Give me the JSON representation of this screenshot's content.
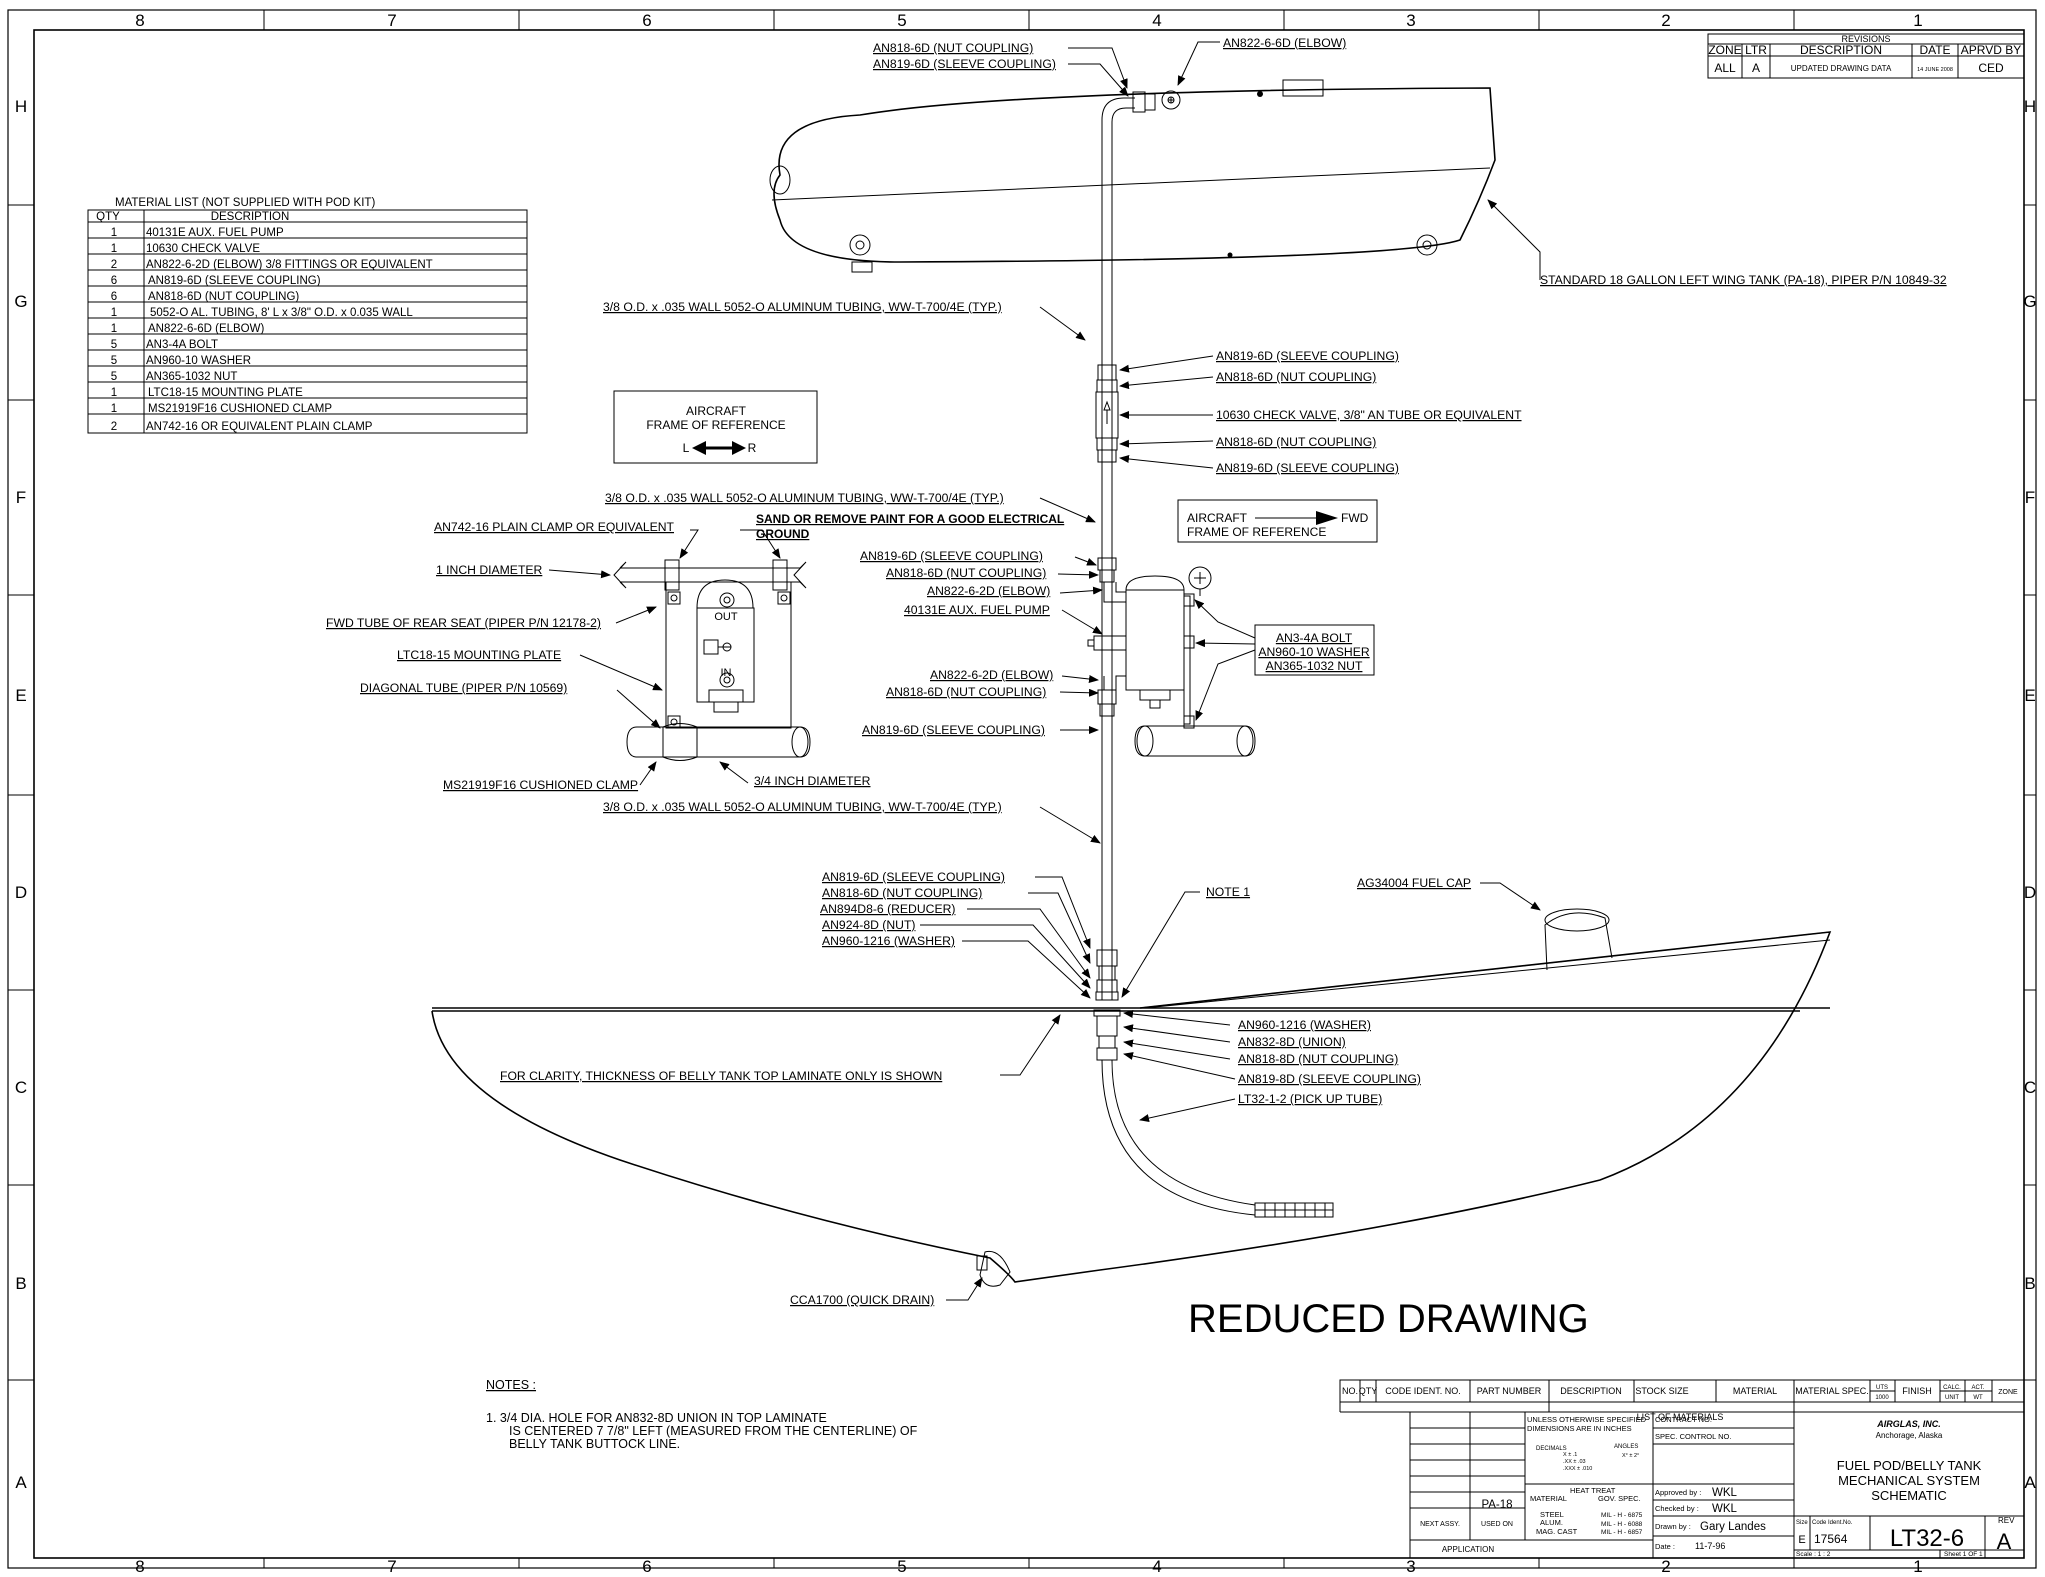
{
  "border": {
    "columns": [
      "8",
      "7",
      "6",
      "5",
      "4",
      "3",
      "2",
      "1"
    ],
    "rows": [
      "H",
      "G",
      "F",
      "E",
      "D",
      "C",
      "B",
      "A"
    ]
  },
  "revisions": {
    "title": "REVISIONS",
    "headers": [
      "ZONE",
      "LTR",
      "DESCRIPTION",
      "DATE",
      "APRVD BY"
    ],
    "row": [
      "ALL",
      "A",
      "UPDATED DRAWING DATA",
      "14 JUNE 2008",
      "CED"
    ]
  },
  "material_list": {
    "title": "MATERIAL LIST (NOT SUPPLIED WITH POD KIT)",
    "headers": [
      "QTY",
      "DESCRIPTION"
    ],
    "rows": [
      [
        "1",
        "40131E  AUX. FUEL PUMP"
      ],
      [
        "1",
        "10630 CHECK VALVE"
      ],
      [
        "2",
        "AN822-6-2D (ELBOW) 3/8 FITTINGS OR EQUIVALENT"
      ],
      [
        "6",
        "AN819-6D (SLEEVE COUPLING)"
      ],
      [
        "6",
        "AN818-6D (NUT COUPLING)"
      ],
      [
        "1",
        "5052-O AL. TUBING, 8' L x 3/8\" O.D. x 0.035 WALL"
      ],
      [
        "1",
        "AN822-6-6D (ELBOW)"
      ],
      [
        "5",
        "AN3-4A BOLT"
      ],
      [
        "5",
        "AN960-10 WASHER"
      ],
      [
        "5",
        "AN365-1032 NUT"
      ],
      [
        "1",
        "LTC18-15 MOUNTING PLATE"
      ],
      [
        "1",
        "MS21919F16 CUSHIONED CLAMP"
      ],
      [
        "2",
        "AN742-16 OR EQUIVALENT PLAIN CLAMP"
      ]
    ]
  },
  "frame_ref_1": {
    "line1": "AIRCRAFT",
    "line2": "FRAME OF REFERENCE",
    "left": "L",
    "right": "R"
  },
  "frame_ref_2": {
    "line1": "AIRCRAFT",
    "line2": "FRAME OF REFERENCE",
    "dir": "FWD"
  },
  "callouts": {
    "an818_top": "AN818-6D (NUT COUPLING)",
    "an819_top": "AN819-6D (SLEEVE COUPLING)",
    "an822_66": "AN822-6-6D (ELBOW)",
    "wing_tank": "STANDARD 18 GALLON LEFT WING TANK (PA-18), PIPER P/N 10849-32",
    "tubing_1": "3/8 O.D. x .035 WALL 5052-O ALUMINUM TUBING, WW-T-700/4E (TYP.)",
    "cv_819a": "AN819-6D (SLEEVE COUPLING)",
    "cv_818a": "AN818-6D (NUT COUPLING)",
    "check_valve": "10630 CHECK VALVE, 3/8\" AN TUBE OR EQUIVALENT",
    "cv_818b": "AN818-6D (NUT COUPLING)",
    "cv_819b": "AN819-6D (SLEEVE COUPLING)",
    "tubing_2": "3/8 O.D. x .035 WALL 5052-O ALUMINUM TUBING, WW-T-700/4E (TYP.)",
    "plain_clamp": "AN742-16 PLAIN CLAMP OR EQUIVALENT",
    "sand_paint_1": "SAND OR REMOVE PAINT FOR A GOOD ELECTRICAL",
    "sand_paint_2": "GROUND",
    "one_inch": "1 INCH DIAMETER",
    "fwd_tube": "FWD TUBE OF REAR SEAT (PIPER P/N 12178-2)",
    "mount_plate": "LTC18-15 MOUNTING PLATE",
    "diag_tube": "DIAGONAL TUBE (PIPER P/N 10569)",
    "cushion_clamp": "MS21919F16 CUSHIONED CLAMP",
    "three_quarter": "3/4 INCH DIAMETER",
    "pump_out": "OUT",
    "pump_in": "IN",
    "p_819": "AN819-6D (SLEEVE COUPLING)",
    "p_818": "AN818-6D (NUT COUPLING)",
    "p_822": "AN822-6-2D (ELBOW)",
    "p_pump": "40131E  AUX. FUEL PUMP",
    "p_822b": "AN822-6-2D (ELBOW)",
    "p_818b": "AN818-6D (NUT COUPLING)",
    "p_819b": "AN819-6D (SLEEVE COUPLING)",
    "bolt": "AN3-4A BOLT",
    "washer": "AN960-10 WASHER",
    "nut": "AN365-1032 NUT",
    "tubing_3": "3/8 O.D. x .035 WALL 5052-O ALUMINUM TUBING, WW-T-700/4E (TYP.)",
    "d_819": "AN819-6D (SLEEVE COUPLING)",
    "d_818": "AN818-6D (NUT COUPLING)",
    "d_reducer": "AN894D8-6 (REDUCER)",
    "d_nut": "AN924-8D (NUT)",
    "d_washer": "AN960-1216 (WASHER)",
    "note1": "NOTE 1",
    "fuel_cap": "AG34004 FUEL CAP",
    "c_washer": "AN960-1216 (WASHER)",
    "c_union": "AN832-8D (UNION)",
    "c_818": "AN818-8D (NUT COUPLING)",
    "c_819": "AN819-8D (SLEEVE COUPLING)",
    "c_pickup": "LT32-1-2 (PICK UP TUBE)",
    "clarity": "FOR CLARITY, THICKNESS OF BELLY TANK TOP LAMINATE ONLY IS SHOWN",
    "quick_drain": "CCA1700 (QUICK DRAIN)"
  },
  "reduced": "REDUCED DRAWING",
  "notes": {
    "title": "NOTES :",
    "lines": [
      "1.  3/4 DIA. HOLE FOR AN832-8D UNION  IN  TOP LAMINATE",
      "IS CENTERED 7 7/8\" LEFT (MEASURED FROM THE CENTERLINE) OF",
      "BELLY TANK BUTTOCK LINE."
    ]
  },
  "title_block": {
    "lom_headers": [
      "NO.",
      "QTY",
      "CODE IDENT. NO.",
      "PART NUMBER",
      "DESCRIPTION",
      "STOCK SIZE",
      "MATERIAL",
      "MATERIAL SPEC.",
      "UTS",
      "1000",
      "FINISH",
      "CALC.",
      "UNIT",
      "ACT.",
      "WT",
      "ZONE"
    ],
    "lom_title": "LIST OF MATERIALS",
    "tol_1": "UNLESS OTHERWISE SPECIFIED",
    "tol_2": "DIMENSIONS ARE IN INCHES",
    "decimals": "DECIMALS",
    "angles": "ANGLES",
    "d1": "X ± .1",
    "d2": ".XX ± .03",
    "d3": ".XXX ± .010",
    "a1": "X° ± 2°",
    "heat": "HEAT TREAT",
    "material": "MATERIAL",
    "gov": "GOV. SPEC.",
    "steel": "STEEL",
    "steel_spec": "MIL - H - 6875",
    "alum": "ALUM.",
    "alum_spec": "MIL - H - 6088",
    "mag": "MAG. CAST",
    "mag_spec": "MIL - H - 6857",
    "contract": "CONTRACT NO.",
    "spec_control": "SPEC. CONTROL NO.",
    "approved": "Approved by :",
    "approved_val": "WKL",
    "checked": "Checked by :",
    "checked_val": "WKL",
    "drawn": "Drawn by :",
    "drawn_val": "Gary Landes",
    "date": "Date :",
    "date_val": "11-7-96",
    "company": "AIRGLAS, INC.",
    "location": "Anchorage, Alaska",
    "title1": "FUEL POD/BELLY TANK",
    "title2": "MECHANICAL SYSTEM",
    "title3": "SCHEMATIC",
    "size_label": "Size",
    "size_val": "E",
    "code_label": "Code Ident.No.",
    "code_val": "17564",
    "dwg_no": "LT32-6",
    "rev_label": "REV",
    "rev_val": "A",
    "scale": "Scale :   1 : 2",
    "sheet": "Sheet    1 OF 1",
    "pa18": "PA-18",
    "next_assy": "NEXT ASSY.",
    "used_on": "USED ON",
    "application": "APPLICATION"
  }
}
